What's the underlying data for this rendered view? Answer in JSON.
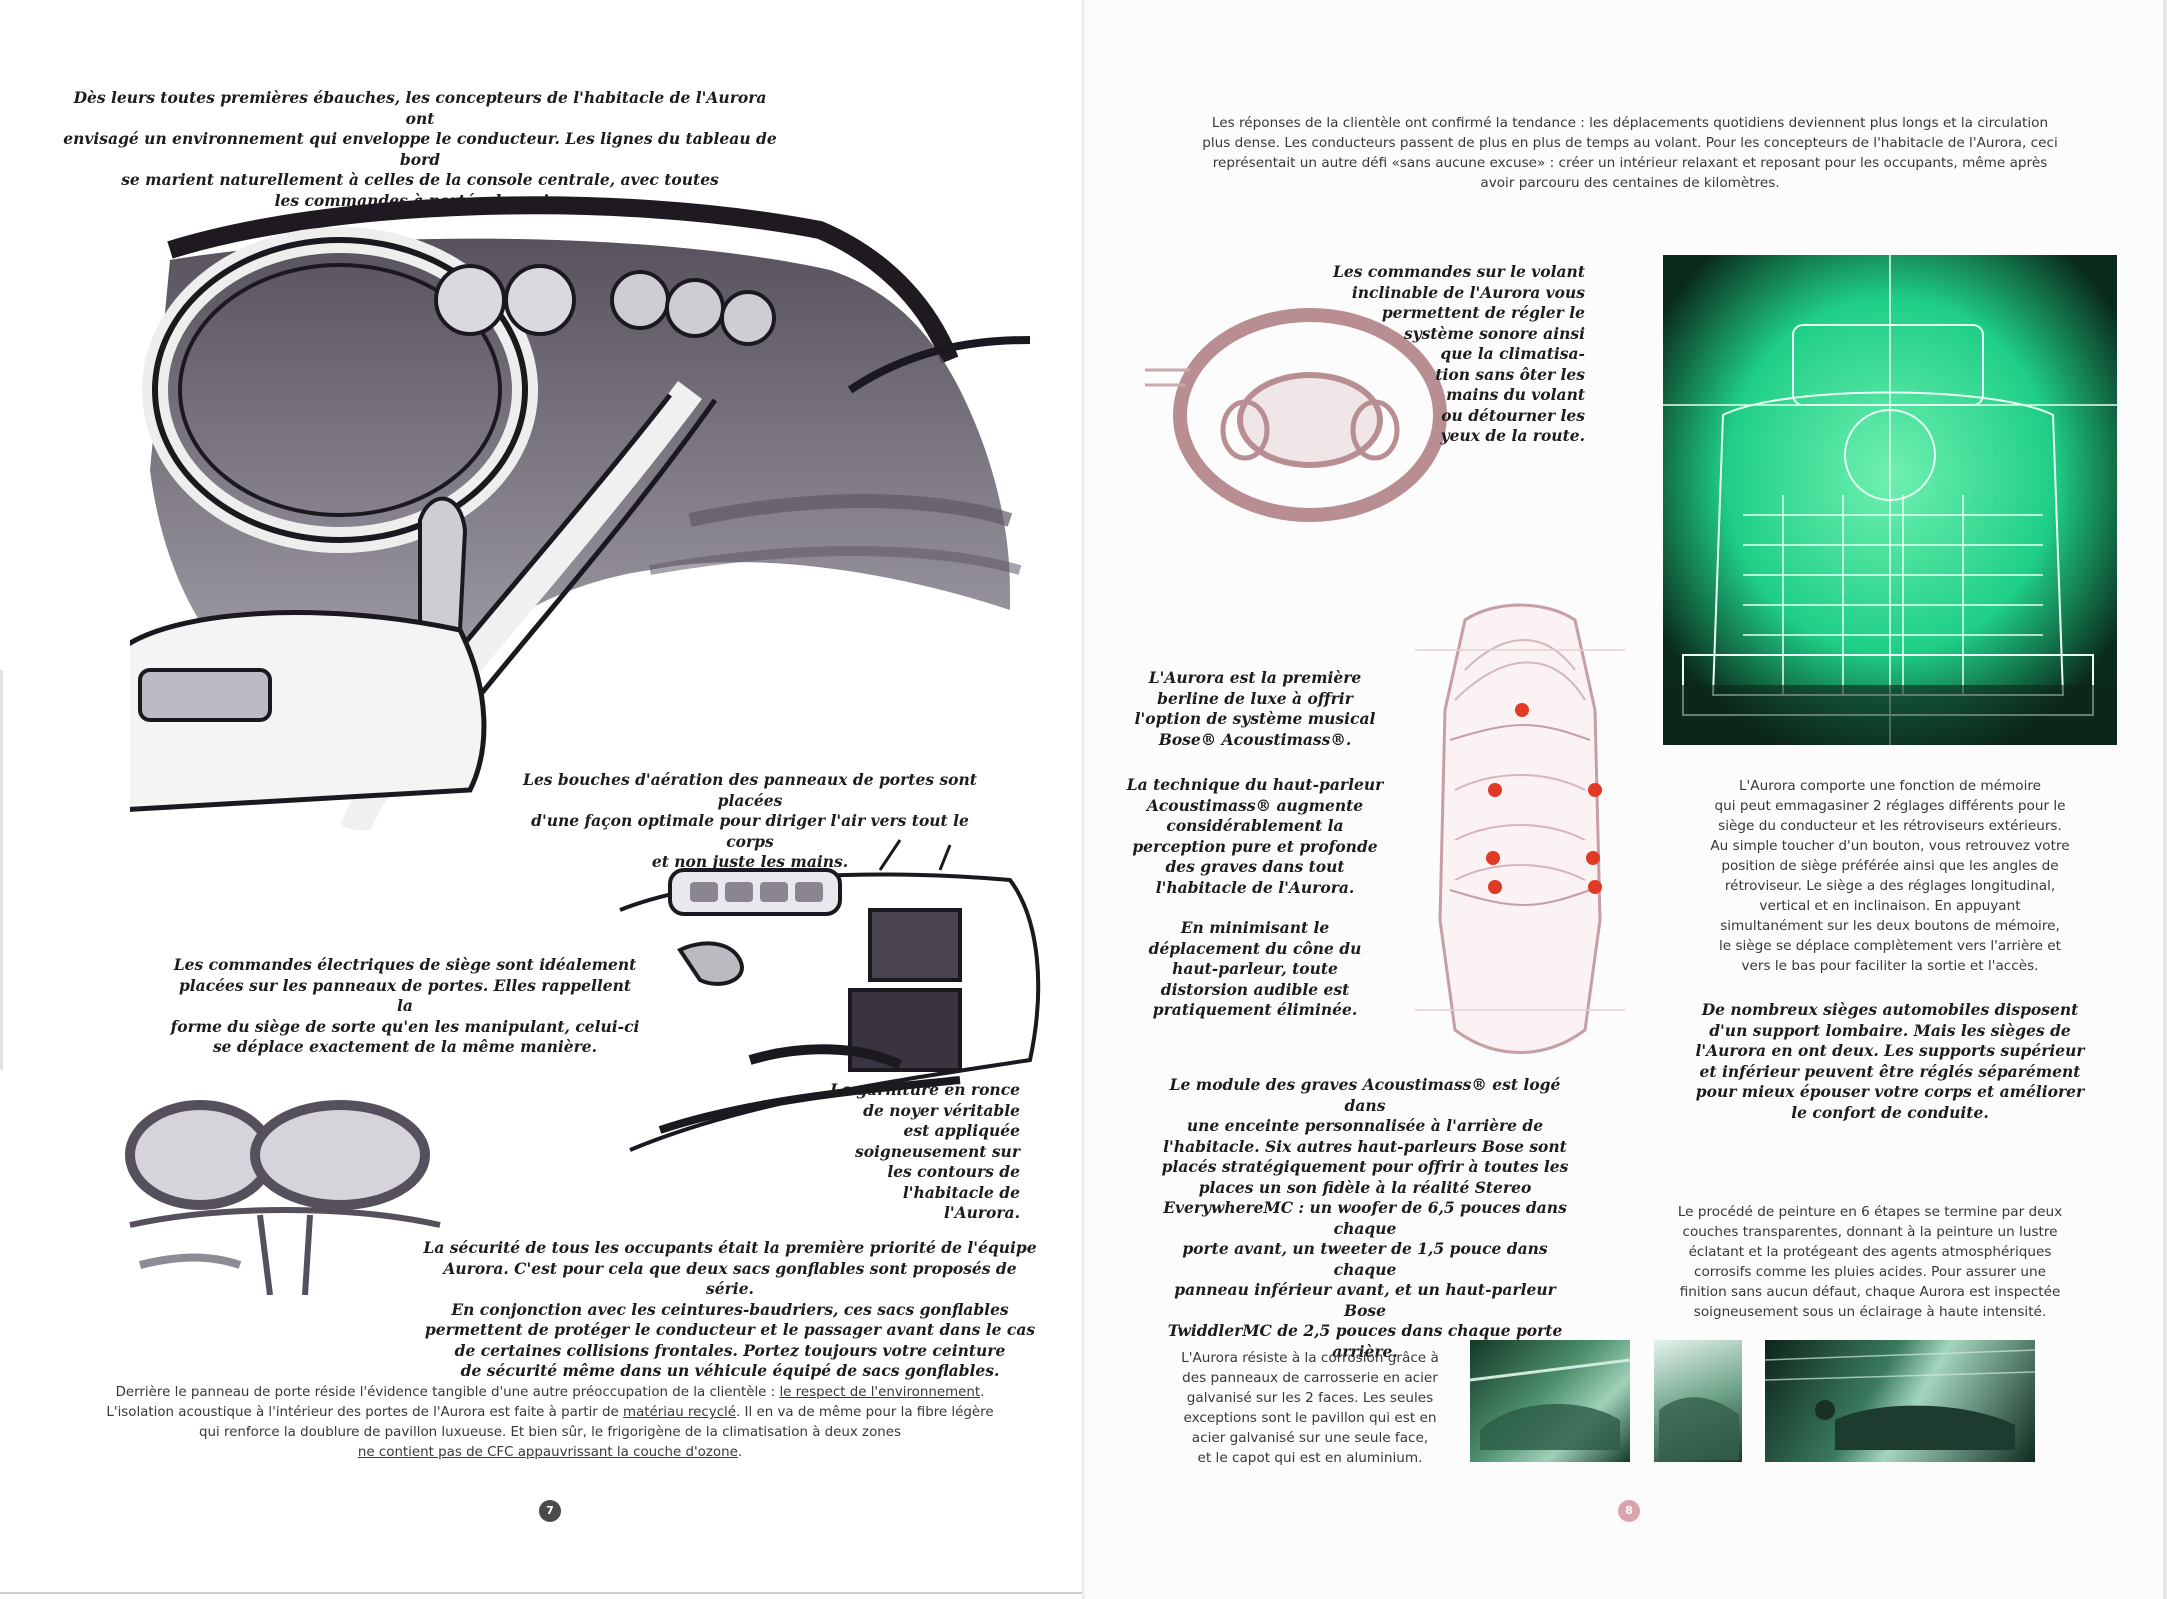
{
  "left_page": {
    "intro": [
      "Dès leurs toutes premières ébauches, les concepteurs de l'habitacle de l'Aurora ont",
      "envisagé un environnement qui enveloppe le conducteur. Les lignes du tableau de bord",
      "se marient naturellement à celles de la console centrale, avec toutes",
      "les commandes à portée de main."
    ],
    "vents": [
      "Les bouches d'aération des panneaux de portes sont placées",
      "d'une façon optimale pour diriger l'air vers tout le corps",
      "et non juste les mains."
    ],
    "seat_controls": [
      "Les commandes électriques de siège sont idéalement",
      "placées sur les panneaux de portes. Elles rappellent la",
      "forme du siège de sorte qu'en les manipulant, celui-ci",
      "se déplace exactement de la même manière."
    ],
    "walnut": [
      "La garniture en ronce",
      "de noyer véritable",
      "est appliquée",
      "soigneusement sur",
      "les contours de",
      "l'habitacle de",
      "l'Aurora."
    ],
    "safety": [
      "La sécurité de tous les occupants était la première priorité de l'équipe",
      "Aurora. C'est pour cela que deux sacs gonflables sont proposés de série.",
      "En conjonction avec les ceintures-baudriers, ces sacs gonflables",
      "permettent de protéger le conducteur et le passager avant dans le cas",
      "de certaines collisions frontales. Portez toujours votre ceinture",
      "de sécurité même dans un véhicule équipé de sacs gonflables."
    ],
    "env_line1_a": "Derrière le panneau de porte réside l'évidence tangible d'une autre préoccupation de la clientèle : ",
    "env_line1_u": "le respect de l'environnement",
    "env_line1_b": ".",
    "env_line2_a": "L'isolation acoustique à l'intérieur des portes de l'Aurora est faite à partir de ",
    "env_line2_u": "matériau recyclé",
    "env_line2_b": ". Il en va de même pour la fibre légère",
    "env_line3": "qui renforce la doublure de pavillon luxueuse. Et bien sûr, le frigorigène de la climatisation à deux zones",
    "env_line4_u": "ne contient pas de CFC appauvrissant la couche d'ozone",
    "env_line4_b": ".",
    "page_number": "7",
    "page_number_color": "#4a4a4a"
  },
  "right_page": {
    "intro": [
      "Les réponses de la clientèle ont confirmé la tendance : les déplacements quotidiens deviennent plus longs et la circulation",
      "plus dense. Les conducteurs passent de plus en plus de temps au volant. Pour les concepteurs de l'habitacle de l'Aurora, ceci",
      "représentait un autre défi «sans aucune excuse» : créer un intérieur relaxant et reposant pour les occupants, même après",
      "avoir parcouru des centaines de kilomètres."
    ],
    "wheel": [
      "Les commandes sur le volant",
      "inclinable de l'Aurora vous",
      "permettent de régler le",
      "système sonore ainsi",
      "que la climatisa-",
      "tion sans ôter les",
      "mains du volant",
      "ou détourner les",
      "yeux de la route."
    ],
    "bose1": [
      "L'Aurora est la première",
      "berline de luxe à offrir",
      "l'option de système musical",
      "Bose® Acoustimass®."
    ],
    "bose2": [
      "La technique du haut-parleur",
      "Acoustimass® augmente",
      "considérablement la",
      "perception pure et profonde",
      "des graves dans tout",
      "l'habitacle de l'Aurora."
    ],
    "bose3": [
      "En minimisant le",
      "déplacement du cône du",
      "haut-parleur, toute",
      "distorsion audible est",
      "pratiquement éliminée."
    ],
    "bass": [
      "Le module des graves Acoustimass® est logé dans",
      "une enceinte personnalisée à l'arrière de",
      "l'habitacle. Six autres haut-parleurs Bose sont",
      "placés stratégiquement pour offrir à toutes les",
      "places un son fidèle à la réalité Stereo",
      "EverywhereMC : un woofer de 6,5 pouces dans chaque",
      "porte avant, un tweeter de 1,5 pouce dans chaque",
      "panneau inférieur avant, et un haut-parleur Bose",
      "TwiddlerMC de 2,5 pouces dans chaque porte arrière."
    ],
    "memory": [
      "L'Aurora comporte une fonction de mémoire",
      "qui peut emmagasiner 2 réglages différents pour le",
      "siège du conducteur et les rétroviseurs extérieurs.",
      "Au simple toucher d'un bouton, vous retrouvez votre",
      "position de siège préférée ainsi que les angles de",
      "rétroviseur. Le siège a des réglages longitudinal,",
      "vertical et en inclinaison. En appuyant",
      "simultanément sur les deux boutons de mémoire,",
      "le siège se déplace complètement vers l'arrière et",
      "vers le bas pour faciliter la sortie et l'accès."
    ],
    "lumbar": [
      "De nombreux sièges automobiles disposent",
      "d'un support lombaire. Mais les sièges de",
      "l'Aurora en ont deux. Les supports supérieur",
      "et inférieur peuvent être réglés séparément",
      "pour mieux épouser votre corps et améliorer",
      "le confort de conduite."
    ],
    "paint": [
      "Le procédé de peinture en 6 étapes se termine par deux",
      "couches transparentes, donnant à la peinture un lustre",
      "éclatant et la protégeant des agents atmosphériques",
      "corrosifs comme les pluies acides. Pour assurer une",
      "finition sans aucun défaut, chaque Aurora est inspectée",
      "soigneusement sous un éclairage à haute intensité."
    ],
    "corrosion": [
      "L'Aurora résiste à la corrosion grâce à",
      "des panneaux de carrosserie en acier",
      "galvanisé sur les 2 faces. Les seules",
      "exceptions sont le pavillon qui est en",
      "acier galvanisé sur une seule face,",
      "et le capot qui est en aluminium."
    ],
    "page_number": "8",
    "page_number_color": "#d9a4ae"
  },
  "colors": {
    "script_ink": "#1e1b1b",
    "sans_ink": "#3a3636",
    "sketch_ink": "#2b2630",
    "sepia_sketch": "#b98e92",
    "speaker_dot": "#e03a24",
    "green_render": "#1fcf87"
  }
}
